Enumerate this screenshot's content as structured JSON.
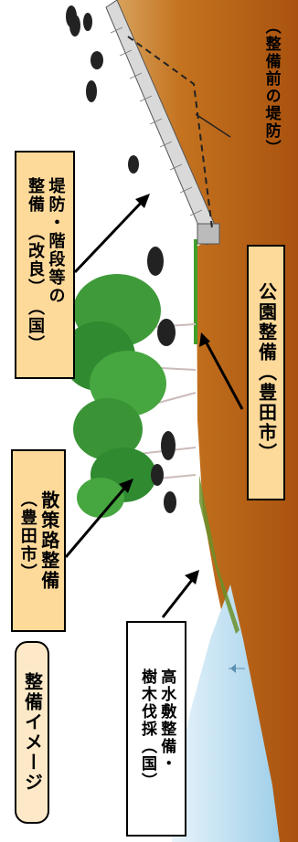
{
  "title": "整備イメージ",
  "labels": {
    "riverbank": [
      "堤防・階段等の",
      "整備　（改良）　（国）"
    ],
    "promenade": [
      "散策路整備",
      "（豊田市）"
    ],
    "floodplain": [
      "高水敷整備・",
      "樹木伐採（国）"
    ],
    "park": "公園整備（豊田市）",
    "before": "（整備前の堤防）"
  },
  "colors": {
    "label_fill": "#fdd99a",
    "title_fill": "#fde9c7",
    "plain_fill": "#ffffff",
    "earth": "#c06a1c",
    "water": "#bfe0f3",
    "tree": "#3a8f3a"
  }
}
